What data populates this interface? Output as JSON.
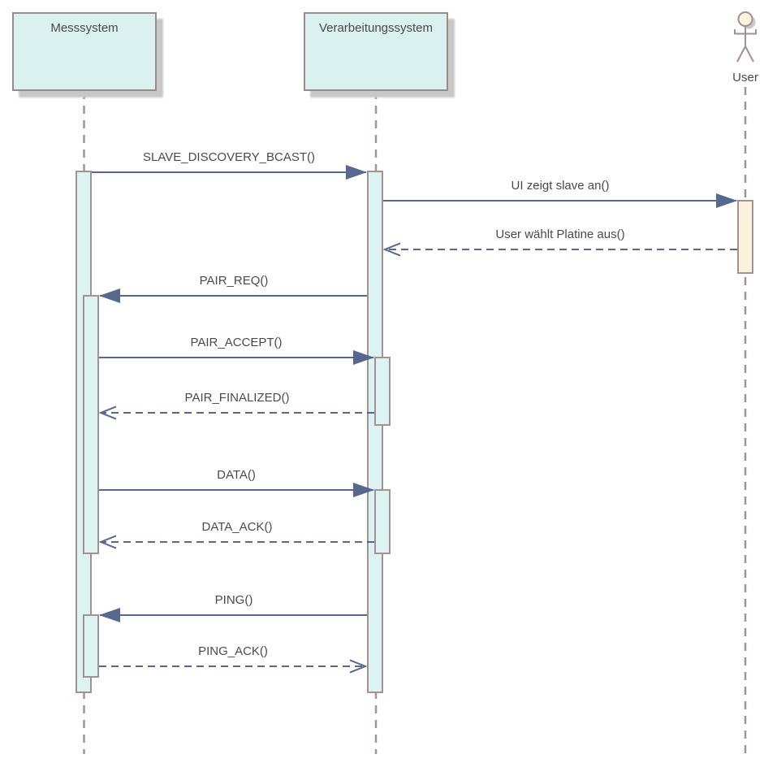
{
  "diagram": {
    "type": "uml-sequence",
    "colors": {
      "object_fill": "#daf1ef",
      "object_border": "#9b8a8a",
      "activation_fill": "#ddf3f1",
      "activation_border": "#a39292",
      "actor_activation_fill": "#fcf1dd",
      "lifeline": "#a39393",
      "message_line": "#57688f",
      "text": "#4a4a4a",
      "shadow": "#c8c8c8"
    }
  },
  "participants": [
    {
      "id": "messsystem",
      "label": "Messsystem",
      "kind": "object"
    },
    {
      "id": "verarbeitungssystem",
      "label": "Verarbeitungssystem",
      "kind": "object"
    },
    {
      "id": "user",
      "label": "User",
      "kind": "actor"
    }
  ],
  "messages": [
    {
      "label": "SLAVE_DISCOVERY_BCAST()",
      "from": "Messsystem",
      "to": "Verarbeitungssystem",
      "type": "call",
      "line": "solid",
      "arrowhead": "filled"
    },
    {
      "label": "UI zeigt slave an()",
      "from": "Verarbeitungssystem",
      "to": "User",
      "type": "call",
      "line": "solid",
      "arrowhead": "filled"
    },
    {
      "label": "User wählt Platine aus()",
      "from": "User",
      "to": "Verarbeitungssystem",
      "type": "return",
      "line": "dashed",
      "arrowhead": "open"
    },
    {
      "label": "PAIR_REQ()",
      "from": "Verarbeitungssystem",
      "to": "Messsystem",
      "type": "call",
      "line": "solid",
      "arrowhead": "filled"
    },
    {
      "label": "PAIR_ACCEPT()",
      "from": "Messsystem",
      "to": "Verarbeitungssystem",
      "type": "call",
      "line": "solid",
      "arrowhead": "filled"
    },
    {
      "label": "PAIR_FINALIZED()",
      "from": "Verarbeitungssystem",
      "to": "Messsystem",
      "type": "return",
      "line": "dashed",
      "arrowhead": "open"
    },
    {
      "label": "DATA()",
      "from": "Messsystem",
      "to": "Verarbeitungssystem",
      "type": "call",
      "line": "solid",
      "arrowhead": "filled"
    },
    {
      "label": "DATA_ACK()",
      "from": "Verarbeitungssystem",
      "to": "Messsystem",
      "type": "return",
      "line": "dashed",
      "arrowhead": "open"
    },
    {
      "label": "PING()",
      "from": "Verarbeitungssystem",
      "to": "Messsystem",
      "type": "call",
      "line": "solid",
      "arrowhead": "filled"
    },
    {
      "label": "PING_ACK()",
      "from": "Messsystem",
      "to": "Verarbeitungssystem",
      "type": "return",
      "line": "dashed",
      "arrowhead": "open"
    }
  ]
}
